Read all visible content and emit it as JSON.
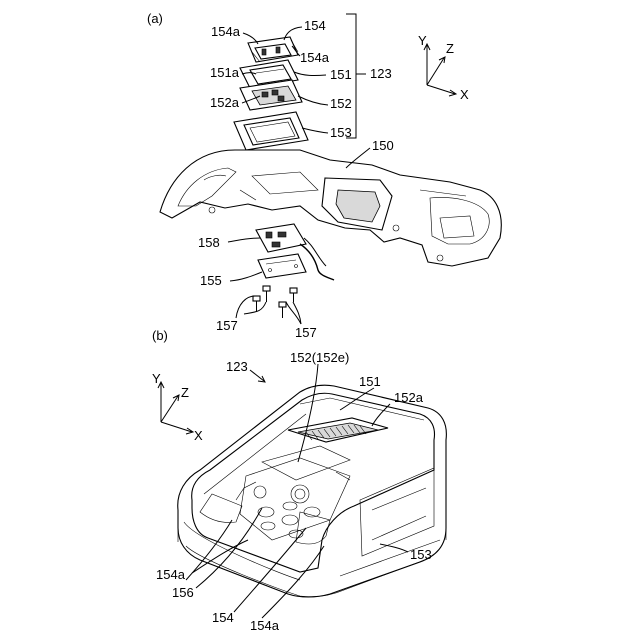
{
  "panels": {
    "a": {
      "title": "(a)",
      "axes": {
        "y": "Y",
        "z": "Z",
        "x": "X"
      },
      "labels": {
        "l154": "154",
        "l154a_left": "154a",
        "l154a_right": "154a",
        "l151a": "151a",
        "l151": "151",
        "l123": "123",
        "l152a": "152a",
        "l152": "152",
        "l153": "153",
        "l150": "150",
        "l158": "158",
        "l155": "155",
        "l157_left": "157",
        "l157_right": "157"
      }
    },
    "b": {
      "title": "(b)",
      "axes": {
        "y": "Y",
        "z": "Z",
        "x": "X"
      },
      "labels": {
        "l123": "123",
        "l152e": "152(152e)",
        "l151": "151",
        "l152a": "152a",
        "l153": "153",
        "l154a_left": "154a",
        "l156": "156",
        "l154": "154",
        "l154a_bottom": "154a"
      }
    }
  }
}
